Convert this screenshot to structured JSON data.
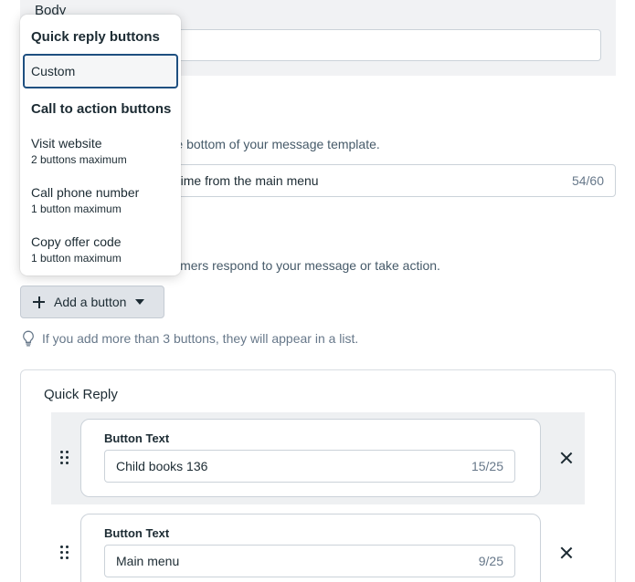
{
  "body_section": {
    "title": "Body"
  },
  "footer": {
    "description": "Add a short line of text to the bottom of your message template.",
    "value": "Tap to see messages anytime from the main menu",
    "counter": "54/60"
  },
  "buttons": {
    "description": "Create buttons that let customers respond to your message or take action.",
    "add_button_label": "Add a button",
    "tip": "If you add more than 3 buttons, they will appear in a list."
  },
  "dropdown": {
    "quick_reply_heading": "Quick reply buttons",
    "custom_label": "Custom",
    "cta_heading": "Call to action buttons",
    "items": [
      {
        "label": "Visit website",
        "sub": "2 buttons maximum"
      },
      {
        "label": "Call phone number",
        "sub": "1 button maximum"
      },
      {
        "label": "Copy offer code",
        "sub": "1 button maximum"
      }
    ]
  },
  "quick_reply": {
    "title": "Quick Reply",
    "rows": [
      {
        "field_label": "Button Text",
        "value": "Child books 136",
        "counter": "15/25"
      },
      {
        "field_label": "Button Text",
        "value": "Main menu",
        "counter": "9/25"
      }
    ]
  },
  "colors": {
    "accent_focus": "#1e4f80",
    "panel_bg": "#f1f2f4",
    "button_bg": "#dfe3e8"
  }
}
